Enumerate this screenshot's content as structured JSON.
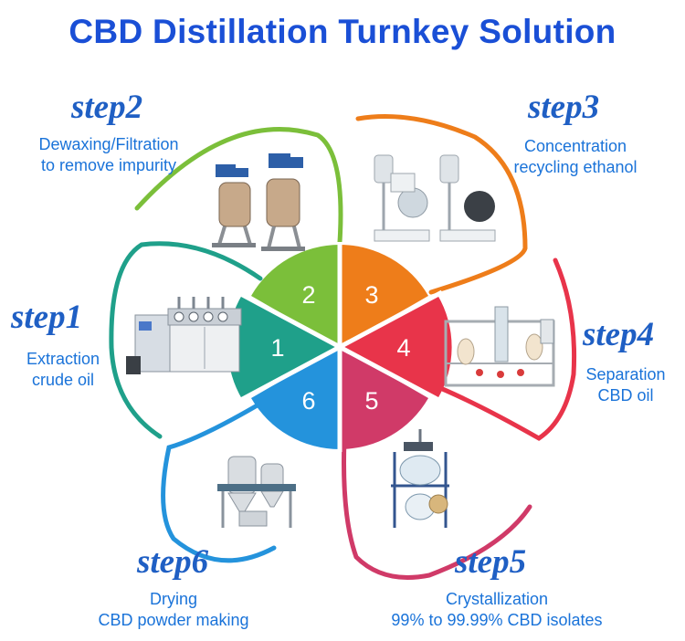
{
  "title": "CBD Distillation Turnkey Solution",
  "colors": {
    "title": "#1a4fd6",
    "step_word": "#1f5fc4",
    "desc_text": "#1a73d9",
    "seg1": "#1fa08a",
    "seg2": "#7bbf3a",
    "seg3": "#ee7d1a",
    "seg4": "#e8344a",
    "seg5": "#d03a68",
    "seg6": "#2493dc"
  },
  "steps": [
    {
      "number": "1",
      "label": "step",
      "line1": "Extraction",
      "line2": "crude oil",
      "icon": "extraction-machine-icon"
    },
    {
      "number": "2",
      "label": "step",
      "line1": "Dewaxing/Filtration",
      "line2": "to remove impurity",
      "icon": "reactor-tanks-icon"
    },
    {
      "number": "3",
      "label": "step",
      "line1": "Concentration",
      "line2": "recycling ethanol",
      "icon": "rotary-evaporator-icon"
    },
    {
      "number": "4",
      "label": "step",
      "line1": "Separation",
      "line2": "CBD oil",
      "icon": "short-path-distillation-icon"
    },
    {
      "number": "5",
      "label": "step",
      "line1": "Crystallization",
      "line2": "99% to 99.99% CBD isolates",
      "icon": "glass-reactor-icon"
    },
    {
      "number": "6",
      "label": "step",
      "line1": "Drying",
      "line2": "CBD powder making",
      "icon": "spray-dryer-icon"
    }
  ]
}
